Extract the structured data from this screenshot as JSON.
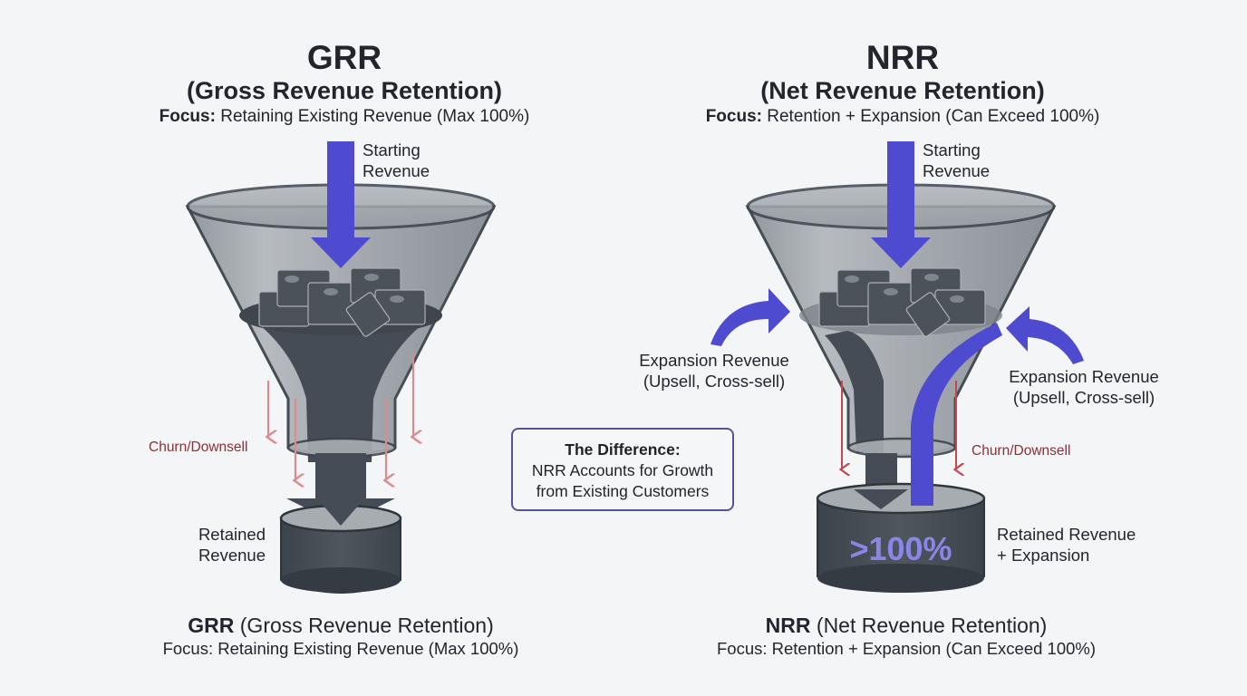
{
  "colors": {
    "background": "#f3f5f7",
    "revenue_arrow": "#4f4bd0",
    "funnel_dark": "#434a53",
    "funnel_glass": "#9aa0a6",
    "churn": "#8e2f33",
    "churn_arrow": "#d98c90",
    "difference_border": "#54529a",
    "percent_text": "#8a86e6"
  },
  "grr": {
    "acronym": "GRR",
    "full_name": "(Gross Revenue Retention)",
    "focus_label": "Focus:",
    "focus_text": " Retaining Existing Revenue (Max 100%)",
    "starting_label_line1": "Starting",
    "starting_label_line2": "Revenue",
    "churn_label": "Churn/Downsell",
    "retained_label_line1": "Retained",
    "retained_label_line2": "Revenue",
    "bottom_acronym": "GRR",
    "bottom_name": " (Gross Revenue Retention)",
    "bottom_focus": "Focus: Retaining Existing Revenue (Max 100%)"
  },
  "nrr": {
    "acronym": "NRR",
    "full_name": "(Net Revenue Retention)",
    "focus_label": "Focus:",
    "focus_text": " Retention + Expansion (Can Exceed 100%)",
    "starting_label_line1": "Starting",
    "starting_label_line2": "Revenue",
    "expansion_left_line1": "Expansion Revenue",
    "expansion_left_line2": "(Upsell, Cross-sell)",
    "expansion_right_line1": "Expansion Revenue",
    "expansion_right_line2": "(Upsell, Cross-sell)",
    "churn_label": "Churn/Downsell",
    "result_percent": ">100%",
    "retained_label_line1": "Retained Revenue",
    "retained_label_line2": "+ Expansion",
    "bottom_acronym": "NRR",
    "bottom_name": " (Net Revenue Retention)",
    "bottom_focus": "Focus: Retention + Expansion (Can Exceed 100%)"
  },
  "difference": {
    "title": "The Difference:",
    "line1": "NRR Accounts for Growth",
    "line2": "from Existing Customers"
  }
}
